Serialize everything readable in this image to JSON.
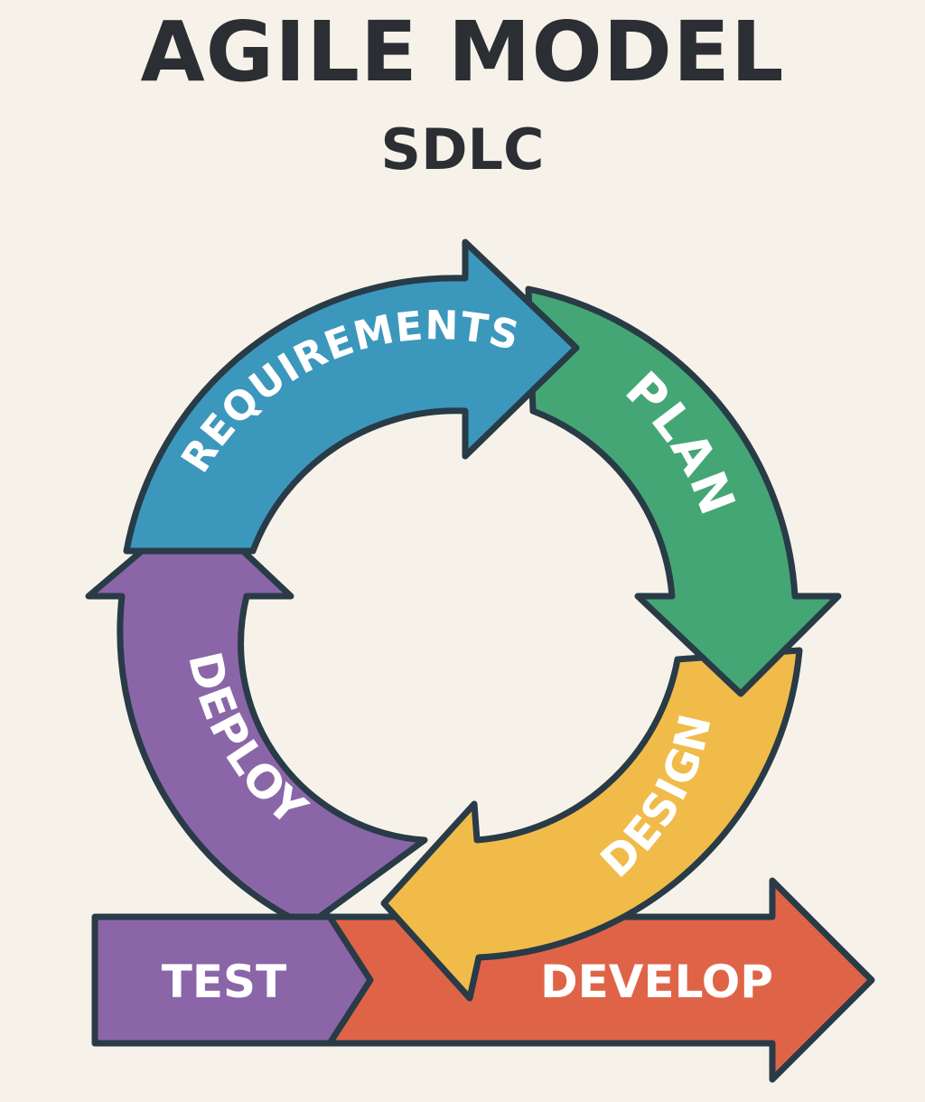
{
  "title": "AGILE MODEL",
  "subtitle": "SDLC",
  "stages": {
    "requirements": {
      "label": "REQUIREMENTS",
      "color": "#3c97bd"
    },
    "plan": {
      "label": "PLAN",
      "color": "#44a675"
    },
    "design": {
      "label": "DESIGN",
      "color": "#f1bb4a"
    },
    "develop": {
      "label": "DEVELOP",
      "color": "#df6447"
    },
    "test": {
      "label": "TEST",
      "color": "#8a66a8"
    },
    "deploy": {
      "label": "DEPLOY",
      "color": "#8a66a8"
    }
  },
  "outline_color": "#283b47",
  "background_color": "#f7f2e9"
}
